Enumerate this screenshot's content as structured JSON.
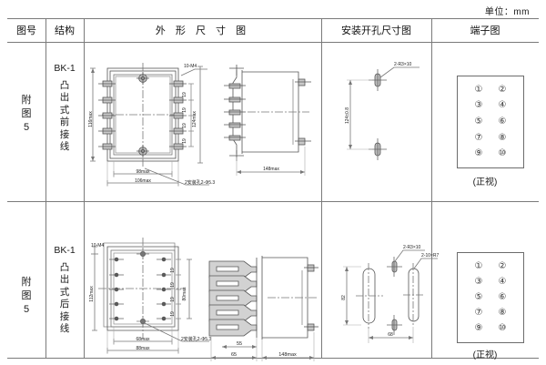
{
  "unit_note": "单位：mm",
  "table": {
    "headers": [
      {
        "key": "fig_no",
        "label": "图号"
      },
      {
        "key": "structure",
        "label": "结构"
      },
      {
        "key": "outline",
        "label": "外 形 尺 寸 图"
      },
      {
        "key": "mounting",
        "label": "安装开孔尺寸图"
      },
      {
        "key": "terminal",
        "label": "端子图"
      }
    ],
    "rows": [
      {
        "fig_no": "附图5",
        "fig_no_chars": [
          "附",
          "图",
          "5"
        ],
        "model": "BK-1",
        "structure_chars": [
          "凸",
          "出",
          "式",
          "前",
          "接",
          "线"
        ],
        "outline": {
          "front_view": {
            "dims": {
              "height_overall": "116max",
              "terminal_label": "10-M4",
              "pitch": "19",
              "pitch_values": [
                "19",
                "19",
                "19",
                "19"
              ],
              "right_height": "124max",
              "width_inner": "98max",
              "width_outer": "106max",
              "hole_note": "2安装孔2-Φ5.3"
            }
          },
          "side_view": {
            "dims": {
              "depth": "148max"
            }
          }
        },
        "mounting": {
          "dims": {
            "slot": "2-R3×10",
            "vertical": "124±0.8"
          }
        },
        "terminal": {
          "numbers": [
            "①",
            "②",
            "③",
            "④",
            "⑤",
            "⑥",
            "⑦",
            "⑧",
            "⑨",
            "⑩"
          ],
          "caption": "(正视)"
        }
      },
      {
        "fig_no": "附图5",
        "fig_no_chars": [
          "附",
          "图",
          "5"
        ],
        "model": "BK-1",
        "structure_chars": [
          "凸",
          "出",
          "式",
          "后",
          "接",
          "线"
        ],
        "outline": {
          "front_view": {
            "dims": {
              "terminal_label": "10-M4",
              "height_overall": "112max",
              "pitch_values": [
                "19",
                "19",
                "19",
                "19"
              ],
              "right_height": "80max",
              "width_inner": "68max",
              "width_outer": "88max",
              "hole_note": "2安装孔2-Φ5.3"
            }
          },
          "side_view": {
            "dims": {
              "a": "55",
              "b": "65",
              "depth": "148max"
            }
          }
        },
        "mounting": {
          "dims": {
            "slot": "2-R3×10",
            "slot2": "2-10×R7",
            "vertical": "82",
            "horizontal": "68"
          }
        },
        "terminal": {
          "numbers": [
            "①",
            "②",
            "③",
            "④",
            "⑤",
            "⑥",
            "⑦",
            "⑧",
            "⑨",
            "⑩"
          ],
          "caption": "(正视)"
        }
      }
    ]
  },
  "colors": {
    "rule": "#7a7a7a",
    "line": "#555555",
    "thin": "#888888",
    "text": "#222222"
  }
}
